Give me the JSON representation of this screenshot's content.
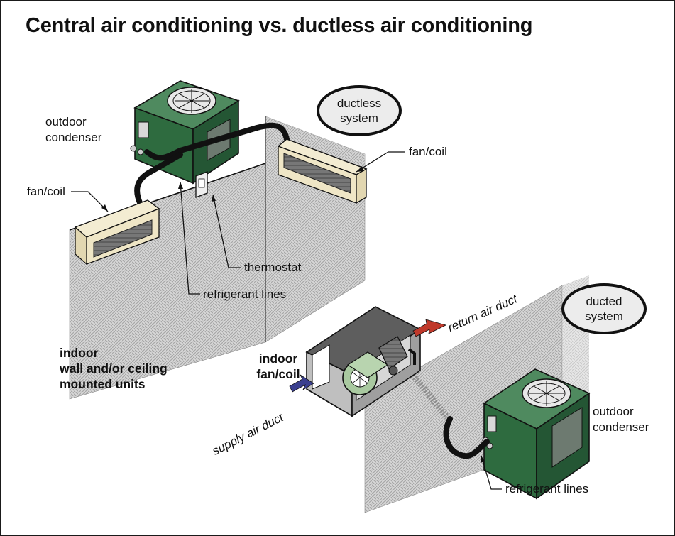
{
  "title": "Central air conditioning vs. ductless air conditioning",
  "ductless": {
    "badge": [
      "ductless",
      "system"
    ],
    "outdoor_condenser": [
      "outdoor",
      "condenser"
    ],
    "fan_coil_left": "fan/coil",
    "fan_coil_right": "fan/coil",
    "thermostat": "thermostat",
    "refrigerant_lines": "refrigerant lines",
    "indoor_units": [
      "indoor",
      "wall and/or ceiling",
      "mounted units"
    ]
  },
  "ducted": {
    "badge": [
      "ducted",
      "system"
    ],
    "indoor_fan_coil": [
      "indoor",
      "fan/coil"
    ],
    "return_air_duct": "return air duct",
    "supply_air_duct": "supply air duct",
    "outdoor_condenser": [
      "outdoor",
      "condenser"
    ],
    "refrigerant_lines": "refrigerant lines"
  },
  "colors": {
    "condenser_green": "#2e6b3f",
    "condenser_dark": "#1f4a2b",
    "wall_gray": "#c9c9c9",
    "fan_coil_cream": "#f3ecd2",
    "air_handler_green": "#a9c9a0",
    "return_arrow": "#c0392b",
    "supply_arrow": "#3a3f8f",
    "line_black": "#111111"
  }
}
